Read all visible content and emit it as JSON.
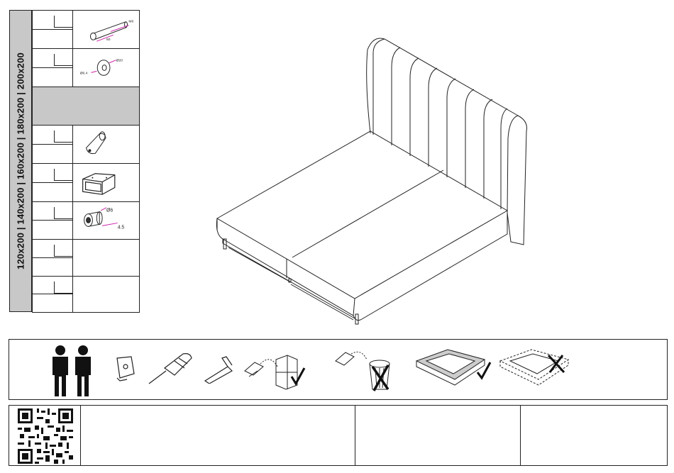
{
  "sizes_label": "120x200 | 140x200 | 160x200 | 180x200 | 200x200",
  "parts": [
    {
      "name": "bolt",
      "dim1": "60",
      "dim2": "M6"
    },
    {
      "name": "washer",
      "dim1": "Ø6.4",
      "dim2": "Ø20"
    },
    {
      "name": "empty-gray"
    },
    {
      "name": "leg-cone"
    },
    {
      "name": "bracket"
    },
    {
      "name": "nut-insert",
      "dim1": "Ø6",
      "dim2": "4.5"
    },
    {
      "name": "empty"
    },
    {
      "name": "empty"
    }
  ],
  "tools": [
    "two-persons-icon",
    "tape-measure-icon",
    "screwdriver-icon",
    "allen-key-icon",
    "recycle-cardboard-icon",
    "no-trash-bin-icon",
    "soft-floor-ok-icon",
    "hard-floor-no-icon"
  ],
  "footer": {
    "qr": "qr-code"
  }
}
